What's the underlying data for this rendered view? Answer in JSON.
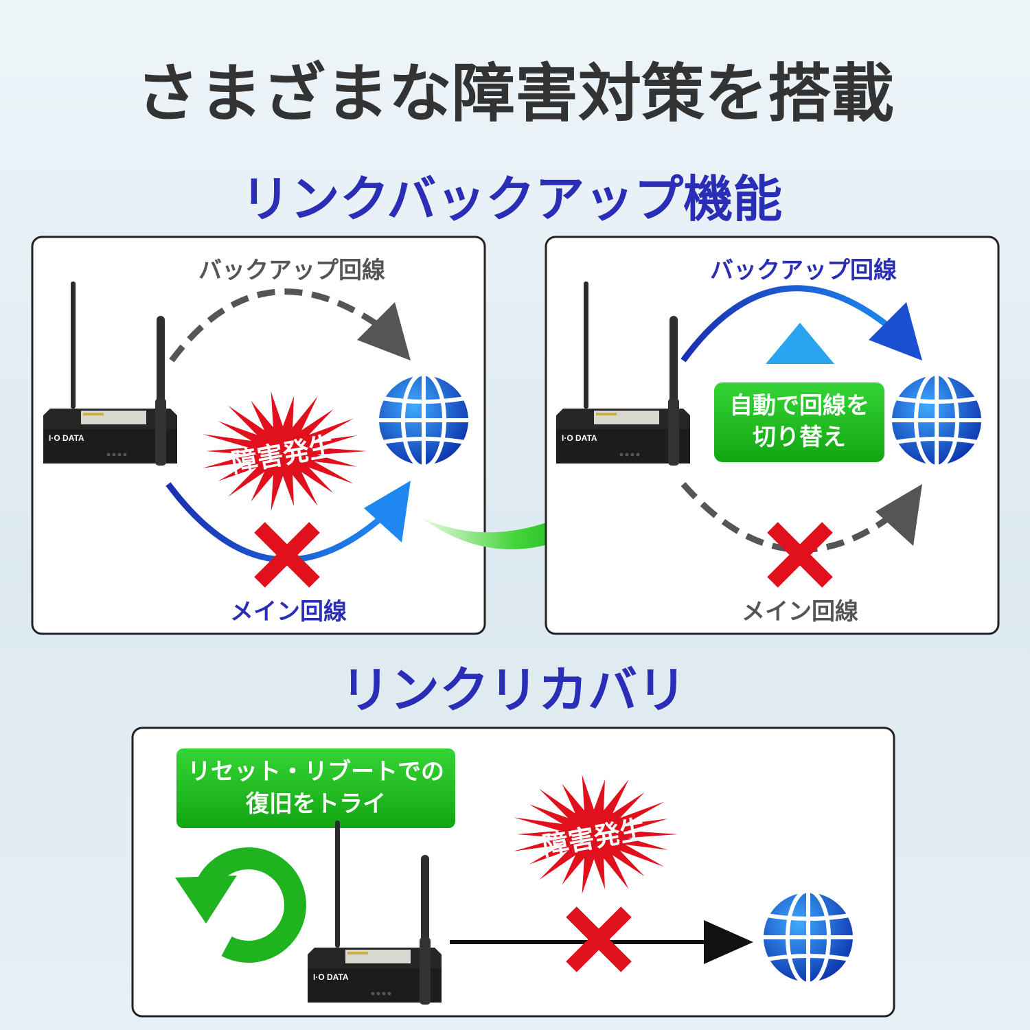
{
  "title": "さまざまな障害対策を搭載",
  "link_backup": {
    "heading": "リンクバックアップ機能",
    "before": {
      "backup_line_label": "バックアップ回線",
      "main_line_label": "メイン回線",
      "failure_label": "障害発生"
    },
    "after": {
      "backup_line_label": "バックアップ回線",
      "main_line_label": "メイン回線",
      "switch_label_line1": "自動で回線を",
      "switch_label_line2": "切り替え"
    }
  },
  "link_recovery": {
    "heading": "リンクリカバリ",
    "retry_label_line1": "リセット・リブートでの",
    "retry_label_line2": "復旧をトライ",
    "failure_label": "障害発生"
  },
  "device": {
    "brand_logo": "I-O DATA"
  },
  "colors": {
    "title": "#333333",
    "heading_blue": "#2a2db5",
    "active_line_blue": "#1a4fd0",
    "inactive_gray": "#555555",
    "failure_red": "#e0101c",
    "switch_green": "#1fb41f"
  }
}
